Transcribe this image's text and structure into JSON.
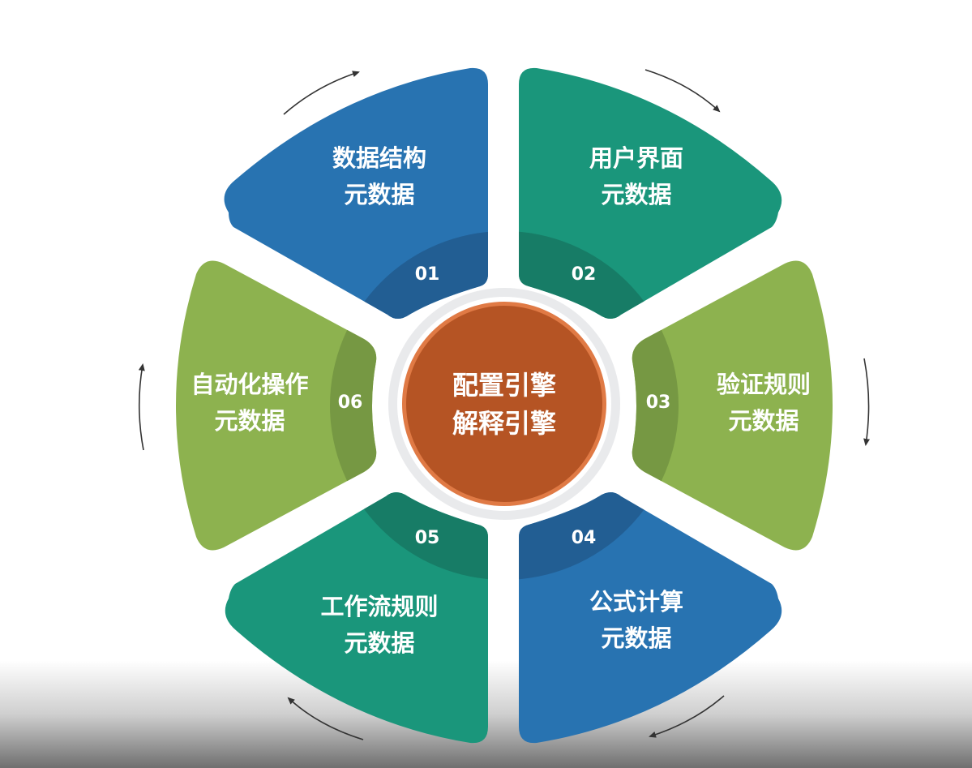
{
  "center": {
    "line1": "配置引擎",
    "line2": "解释引擎",
    "color": "#b55424",
    "ring_color": "#e9eaec"
  },
  "segments": [
    {
      "number": "01",
      "line1": "数据结构",
      "line2": "元数据",
      "color": "#2873b1",
      "dark": "#225e93"
    },
    {
      "number": "02",
      "line1": "用户界面",
      "line2": "元数据",
      "color": "#1a967b",
      "dark": "#177c66"
    },
    {
      "number": "03",
      "line1": "验证规则",
      "line2": "元数据",
      "color": "#8db24f",
      "dark": "#769843"
    },
    {
      "number": "04",
      "line1": "公式计算",
      "line2": "元数据",
      "color": "#2873b1",
      "dark": "#225e93"
    },
    {
      "number": "05",
      "line1": "工作流规则",
      "line2": "元数据",
      "color": "#1a967b",
      "dark": "#177c66"
    },
    {
      "number": "06",
      "line1": "自动化操作",
      "line2": "元数据",
      "color": "#8db24f",
      "dark": "#769843"
    }
  ],
  "arrow_color": "#333333"
}
